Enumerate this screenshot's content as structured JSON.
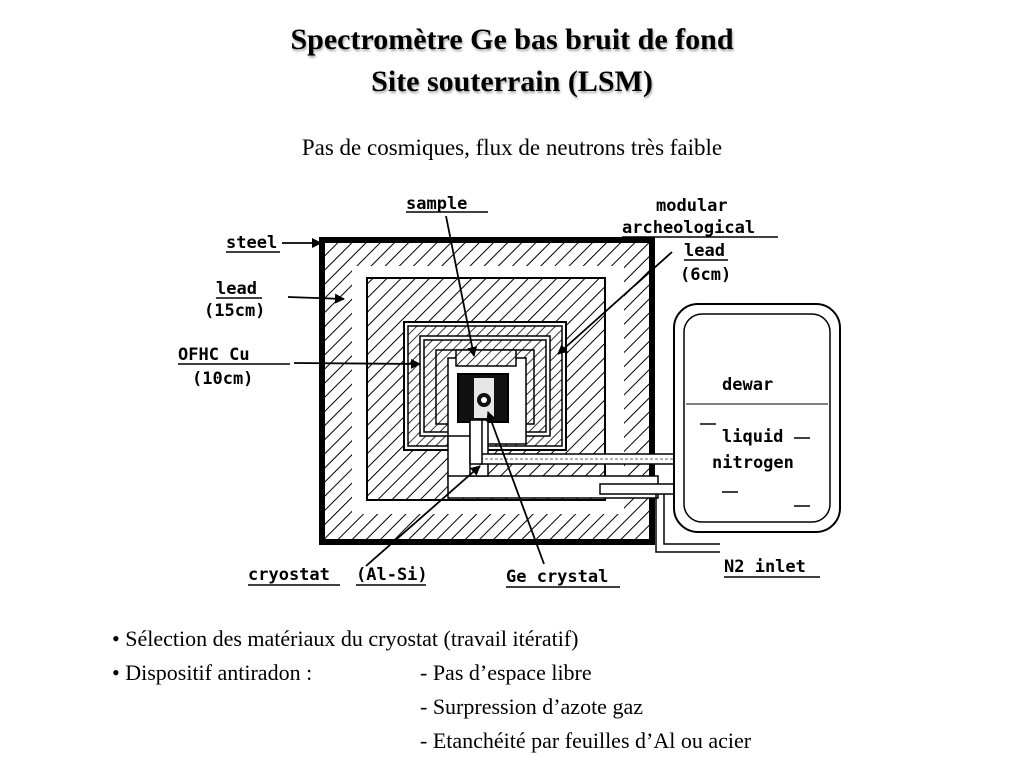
{
  "title": {
    "line1": "Spectromètre Ge bas bruit de fond",
    "line2": "Site souterrain (LSM)"
  },
  "subtitle": "Pas de cosmiques, flux de neutrons très faible",
  "diagram_labels": {
    "sample": "sample",
    "modular": "modular",
    "archeological": "archeological",
    "lead_arch": "lead",
    "lead_arch_thickness": "(6cm)",
    "steel": "steel",
    "lead": "lead",
    "lead_thickness": "(15cm)",
    "ofhc": "OFHC Cu",
    "ofhc_thickness": "(10cm)",
    "dewar": "dewar",
    "liquid": "liquid",
    "nitrogen": "nitrogen",
    "cryostat": "cryostat",
    "cryostat_material": "(Al-Si)",
    "ge_crystal": "Ge crystal",
    "n2_inlet": "N2 inlet"
  },
  "bullets": {
    "item1": "• Sélection des matériaux du cryostat  (travail itératif)",
    "item2": "• Dispositif antiradon :",
    "sub1": "- Pas d’espace libre",
    "sub2": "- Surpression d’azote gaz",
    "sub3": "- Etanchéité par feuilles d’Al ou acier"
  }
}
